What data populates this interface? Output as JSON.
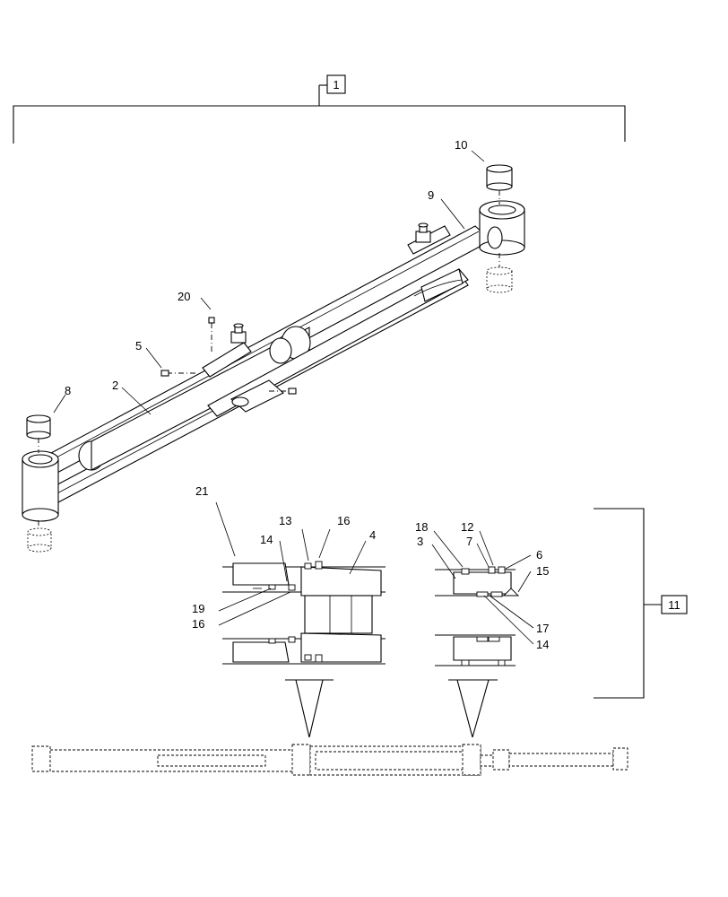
{
  "callouts": {
    "c1": "1",
    "c2": "2",
    "c3": "3",
    "c4": "4",
    "c5": "5",
    "c6": "6",
    "c7": "7",
    "c8": "8",
    "c9": "9",
    "c10": "10",
    "c11": "11",
    "c12": "12",
    "c13": "13",
    "c14a": "14",
    "c14b": "14",
    "c15": "15",
    "c16a": "16",
    "c16b": "16",
    "c17": "17",
    "c18": "18",
    "c19": "19",
    "c20": "20",
    "c21": "21"
  }
}
